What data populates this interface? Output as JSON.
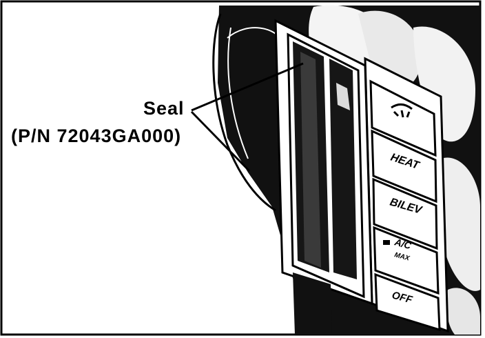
{
  "callout": {
    "name": "Seal",
    "part_number": "(P/N 72043GA000)"
  },
  "buttons": [
    {
      "label": "",
      "icon": "defroster-icon"
    },
    {
      "label": "HEAT"
    },
    {
      "label": "BILEV"
    },
    {
      "label": "A/C",
      "sublabel": "MAX",
      "icon": "ac-icon"
    },
    {
      "label": "OFF"
    }
  ],
  "colors": {
    "ink": "#000000",
    "paper": "#ffffff"
  }
}
